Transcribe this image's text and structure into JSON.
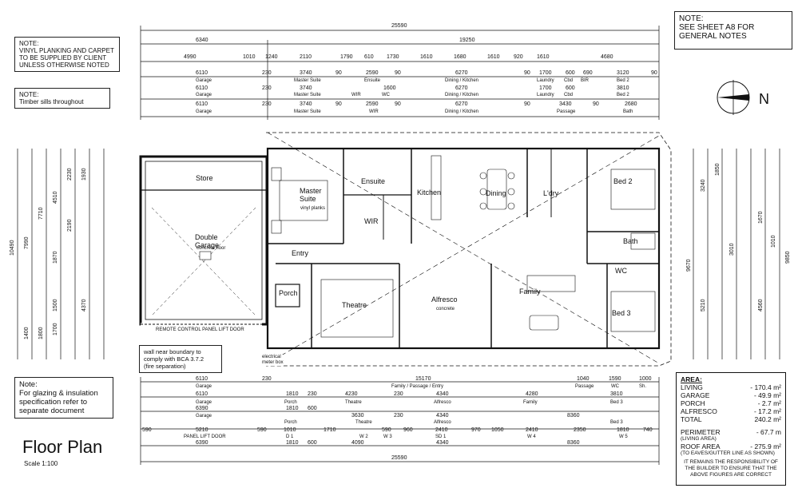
{
  "notes": {
    "top_left_heading": "NOTE:",
    "top_left": "VINYL PLANKING AND CARPET\nTO BE SUPPLIED BY CLIENT\nUNLESS OTHERWISE NOTED",
    "timber_heading": "NOTE:",
    "timber": "Timber sills throughout",
    "sheet_heading": "NOTE:",
    "sheet": "SEE SHEET A8 FOR\nGENERAL NOTES",
    "glazing_heading": "Note:",
    "glazing": "For glazing & insulation\nspecification refer to\nseparate document",
    "boundary": "wall near boundary to\ncomply with BCA 3.7.2\n(fire separation)"
  },
  "title": "Floor Plan",
  "scale": "Scale 1:100",
  "north": "N",
  "rooms": {
    "store": "Store",
    "garage": "Double\nGarage",
    "garage_sub": "concrete floor",
    "master": "Master\nSuite",
    "master_sub": "vinyl planks",
    "ensuite": "Ensuite",
    "wir": "WIR",
    "kitchen": "Kitchen",
    "dining": "Dining",
    "laundry": "L'dry",
    "bed2": "Bed 2",
    "bed3": "Bed 3",
    "bath": "Bath",
    "family": "Family",
    "entry": "Entry",
    "porch": "Porch",
    "theatre": "Theatre",
    "alfresco": "Alfresco",
    "alfresco_sub": "concrete",
    "wc": "WC",
    "lift_door": "REMOTE CONTROL PANEL LIFT DOOR",
    "electrical": "electrical\nmeter box"
  },
  "dims_top": {
    "overall": "25590",
    "row2": [
      "6340",
      "19250"
    ],
    "row3": [
      "4990",
      "1010",
      "1240",
      "2110",
      "1790",
      "610",
      "1730",
      "1610",
      "1680",
      "1610",
      "920",
      "1610",
      "4680"
    ],
    "row4": [
      "6110",
      "230",
      "3740",
      "90",
      "2590",
      "90",
      "6270",
      "90",
      "1700",
      "600",
      "690",
      "3120",
      "90"
    ],
    "row4_labels": [
      "Garage",
      "Master Suite",
      "Ensuite",
      "Dining / Kitchen",
      "Laundry",
      "Cbd",
      "BIR",
      "Bed 2"
    ],
    "row5": [
      "6110",
      "230",
      "3740",
      "1600",
      "6270",
      "1700",
      "600",
      "3810"
    ],
    "row5_labels": [
      "Garage",
      "Master Suite",
      "WIR",
      "WC",
      "Dining / Kitchen",
      "Laundry",
      "Cbd",
      "Bed 2"
    ],
    "row6": [
      "6110",
      "230",
      "3740",
      "90",
      "2590",
      "90",
      "6270",
      "90",
      "3430",
      "90",
      "2680"
    ],
    "row6_labels": [
      "Garage",
      "Master Suite",
      "WIR",
      "Dining / Kitchen",
      "Passage",
      "Bath"
    ]
  },
  "dims_bottom": {
    "row1": [
      "6110",
      "230",
      "15170",
      "1040",
      "1590",
      "1000"
    ],
    "row1_labels": [
      "Garage",
      "Family / Passage / Entry",
      "Passage",
      "WC",
      "Sh."
    ],
    "row2": [
      "6110",
      "1810",
      "230",
      "4230",
      "230",
      "4340",
      "4280",
      "3810"
    ],
    "row2_labels": [
      "Garage",
      "Porch",
      "Theatre",
      "Alfresco",
      "Family",
      "Bed 3"
    ],
    "row3": [
      "6390",
      "1810",
      "600",
      "3630",
      "230",
      "4340",
      "8360"
    ],
    "row3_labels": [
      "Garage",
      "Porch",
      "Theatre",
      "Alfresco",
      "Bed 3"
    ],
    "row4": [
      "590",
      "5210",
      "590",
      "1010",
      "1710",
      "590",
      "960",
      "2410",
      "970",
      "1050",
      "2410",
      "2350",
      "1810",
      "740"
    ],
    "row4_labels": [
      "PANEL LIFT DOOR",
      "D 1",
      "W 2",
      "W 3",
      "SD 1",
      "W 4",
      "W 5"
    ],
    "row5": [
      "6390",
      "1810",
      "600",
      "4090",
      "4340",
      "8360"
    ],
    "overall": "25590"
  },
  "dims_left": [
    "10490",
    "7990",
    "7710",
    "4510",
    "2230",
    "1930",
    "2190",
    "1870",
    "4370",
    "1500",
    "1700",
    "1400",
    "1800"
  ],
  "dims_right": [
    "9670",
    "9850",
    "5210",
    "4560",
    "3240",
    "3010",
    "1850",
    "1670",
    "1010"
  ],
  "area": {
    "heading": "AREA:",
    "rows": [
      {
        "label": "LIVING",
        "value": "- 170.4 m²"
      },
      {
        "label": "GARAGE",
        "value": "- 49.9 m²"
      },
      {
        "label": "PORCH",
        "value": "- 2.7 m²"
      },
      {
        "label": "ALFRESCO",
        "value": "- 17.2 m²"
      },
      {
        "label": "TOTAL",
        "value": "240.2 m²"
      }
    ],
    "perimeter_label": "PERIMETER",
    "perimeter_value": "- 67.7 m",
    "perimeter_sub": "(LIVING AREA)",
    "roof_label": "ROOF AREA",
    "roof_value": "- 275.9 m²",
    "roof_sub": "(TO EAVES/GUTTER LINE AS SHOWN)",
    "disclaimer": "IT REMAINS THE RESPONSIBILITY OF THE BUILDER TO ENSURE THAT THE ABOVE FIGURES ARE CORRECT"
  }
}
